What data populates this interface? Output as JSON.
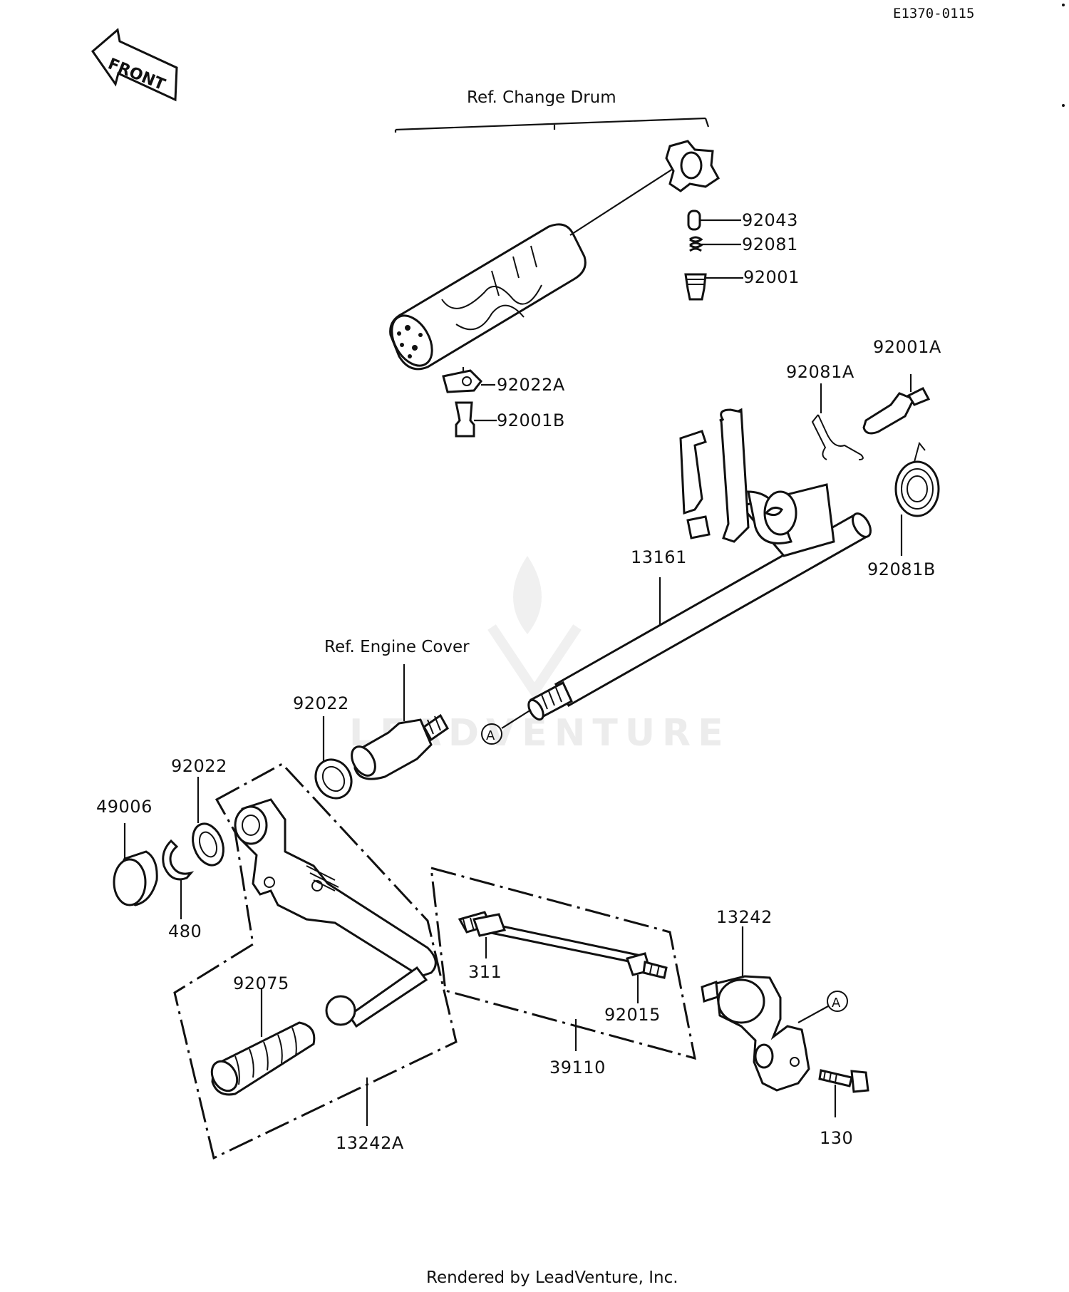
{
  "drawing_code": "E1370-0115",
  "front_arrow": "FRONT",
  "ref_change_drum": "Ref.  Change Drum",
  "ref_engine_cover": "Ref.  Engine Cover",
  "marker_a": "A",
  "watermark": "LEADVENTURE",
  "footer": "Rendered by LeadVenture, Inc.",
  "parts": {
    "p92043": "92043",
    "p92081": "92081",
    "p92001": "92001",
    "p92022A": "92022A",
    "p92001B": "92001B",
    "p92081A": "92081A",
    "p92001A": "92001A",
    "p92081B": "92081B",
    "p13161": "13161",
    "p92022_upper": "92022",
    "p92022_lower": "92022",
    "p49006": "49006",
    "p480": "480",
    "p92075": "92075",
    "p13242A": "13242A",
    "p311": "311",
    "p92015": "92015",
    "p39110": "39110",
    "p13242": "13242",
    "p130": "130"
  }
}
